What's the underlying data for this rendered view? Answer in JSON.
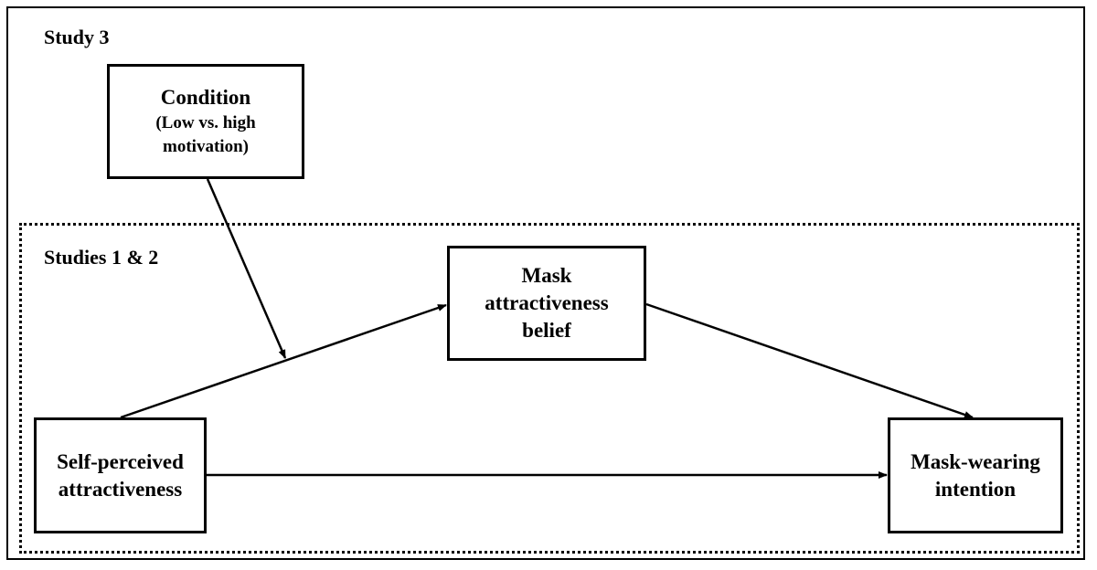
{
  "labels": {
    "study3": "Study 3",
    "studies12": "Studies 1 & 2"
  },
  "nodes": {
    "condition": {
      "title": "Condition",
      "sub_line1": "(Low vs. high",
      "sub_line2": "motivation)"
    },
    "mask_belief": {
      "line1": "Mask",
      "line2": "attractiveness",
      "line3": "belief"
    },
    "self_perceived": {
      "line1": "Self-perceived",
      "line2": "attractiveness"
    },
    "mask_wearing": {
      "line1": "Mask-wearing",
      "line2": "intention"
    }
  },
  "edges": [
    {
      "from": "self_perceived",
      "to": "mask_belief"
    },
    {
      "from": "mask_belief",
      "to": "mask_wearing"
    },
    {
      "from": "self_perceived",
      "to": "mask_wearing"
    },
    {
      "from": "condition",
      "to": "self_perceived->mask_belief"
    }
  ]
}
